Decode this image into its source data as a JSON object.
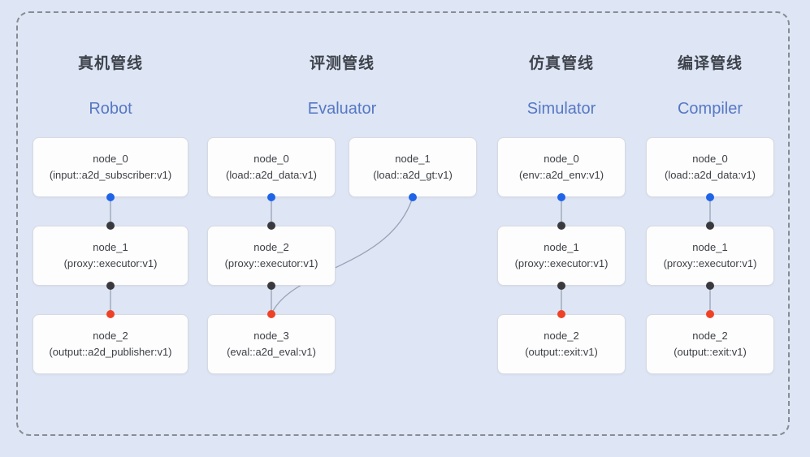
{
  "colors": {
    "background": "#dee5f4",
    "frame_dash": "#878c95",
    "node_bg": "#fdfdfe",
    "node_border": "#d6dae2",
    "edge": "#97a2b5",
    "port_blue": "#1f64e8",
    "port_black": "#3a3a3e",
    "port_red": "#ee4227",
    "title_text": "#3e434c",
    "subtitle_text": "#5678c5",
    "node_text": "#3d3f45"
  },
  "pipelines": [
    {
      "id": "robot",
      "title_zh": "真机管线",
      "title_en": "Robot",
      "nodes": [
        {
          "name": "node_0",
          "type": "(input::a2d_subscriber:v1)",
          "col": 0,
          "row": 0,
          "out_port": "blue"
        },
        {
          "name": "node_1",
          "type": "(proxy::executor:v1)",
          "col": 0,
          "row": 1,
          "in_port": "black",
          "out_port": "black"
        },
        {
          "name": "node_2",
          "type": "(output::a2d_publisher:v1)",
          "col": 0,
          "row": 2,
          "in_port": "red"
        }
      ],
      "edges": [
        {
          "from": 0,
          "to": 1
        },
        {
          "from": 1,
          "to": 2
        }
      ]
    },
    {
      "id": "evaluator",
      "title_zh": "评测管线",
      "title_en": "Evaluator",
      "nodes": [
        {
          "name": "node_0",
          "type": "(load::a2d_data:v1)",
          "col": 0,
          "row": 0,
          "out_port": "blue"
        },
        {
          "name": "node_1",
          "type": "(load::a2d_gt:v1)",
          "col": 1,
          "row": 0,
          "out_port": "blue"
        },
        {
          "name": "node_2",
          "type": "(proxy::executor:v1)",
          "col": 0,
          "row": 1,
          "in_port": "black",
          "out_port": "black"
        },
        {
          "name": "node_3",
          "type": "(eval::a2d_eval:v1)",
          "col": 0,
          "row": 2,
          "in_port": "red"
        }
      ],
      "edges": [
        {
          "from": 0,
          "to": 2
        },
        {
          "from": 2,
          "to": 3
        },
        {
          "from": 1,
          "to": 3,
          "curved": true
        }
      ]
    },
    {
      "id": "simulator",
      "title_zh": "仿真管线",
      "title_en": "Simulator",
      "nodes": [
        {
          "name": "node_0",
          "type": "(env::a2d_env:v1)",
          "col": 0,
          "row": 0,
          "out_port": "blue"
        },
        {
          "name": "node_1",
          "type": "(proxy::executor:v1)",
          "col": 0,
          "row": 1,
          "in_port": "black",
          "out_port": "black"
        },
        {
          "name": "node_2",
          "type": "(output::exit:v1)",
          "col": 0,
          "row": 2,
          "in_port": "red"
        }
      ],
      "edges": [
        {
          "from": 0,
          "to": 1
        },
        {
          "from": 1,
          "to": 2
        }
      ]
    },
    {
      "id": "compiler",
      "title_zh": "编译管线",
      "title_en": "Compiler",
      "nodes": [
        {
          "name": "node_0",
          "type": "(load::a2d_data:v1)",
          "col": 0,
          "row": 0,
          "out_port": "blue"
        },
        {
          "name": "node_1",
          "type": "(proxy::executor:v1)",
          "col": 0,
          "row": 1,
          "in_port": "black",
          "out_port": "black"
        },
        {
          "name": "node_2",
          "type": "(output::exit:v1)",
          "col": 0,
          "row": 2,
          "in_port": "red"
        }
      ],
      "edges": [
        {
          "from": 0,
          "to": 1
        },
        {
          "from": 1,
          "to": 2
        }
      ]
    }
  ]
}
